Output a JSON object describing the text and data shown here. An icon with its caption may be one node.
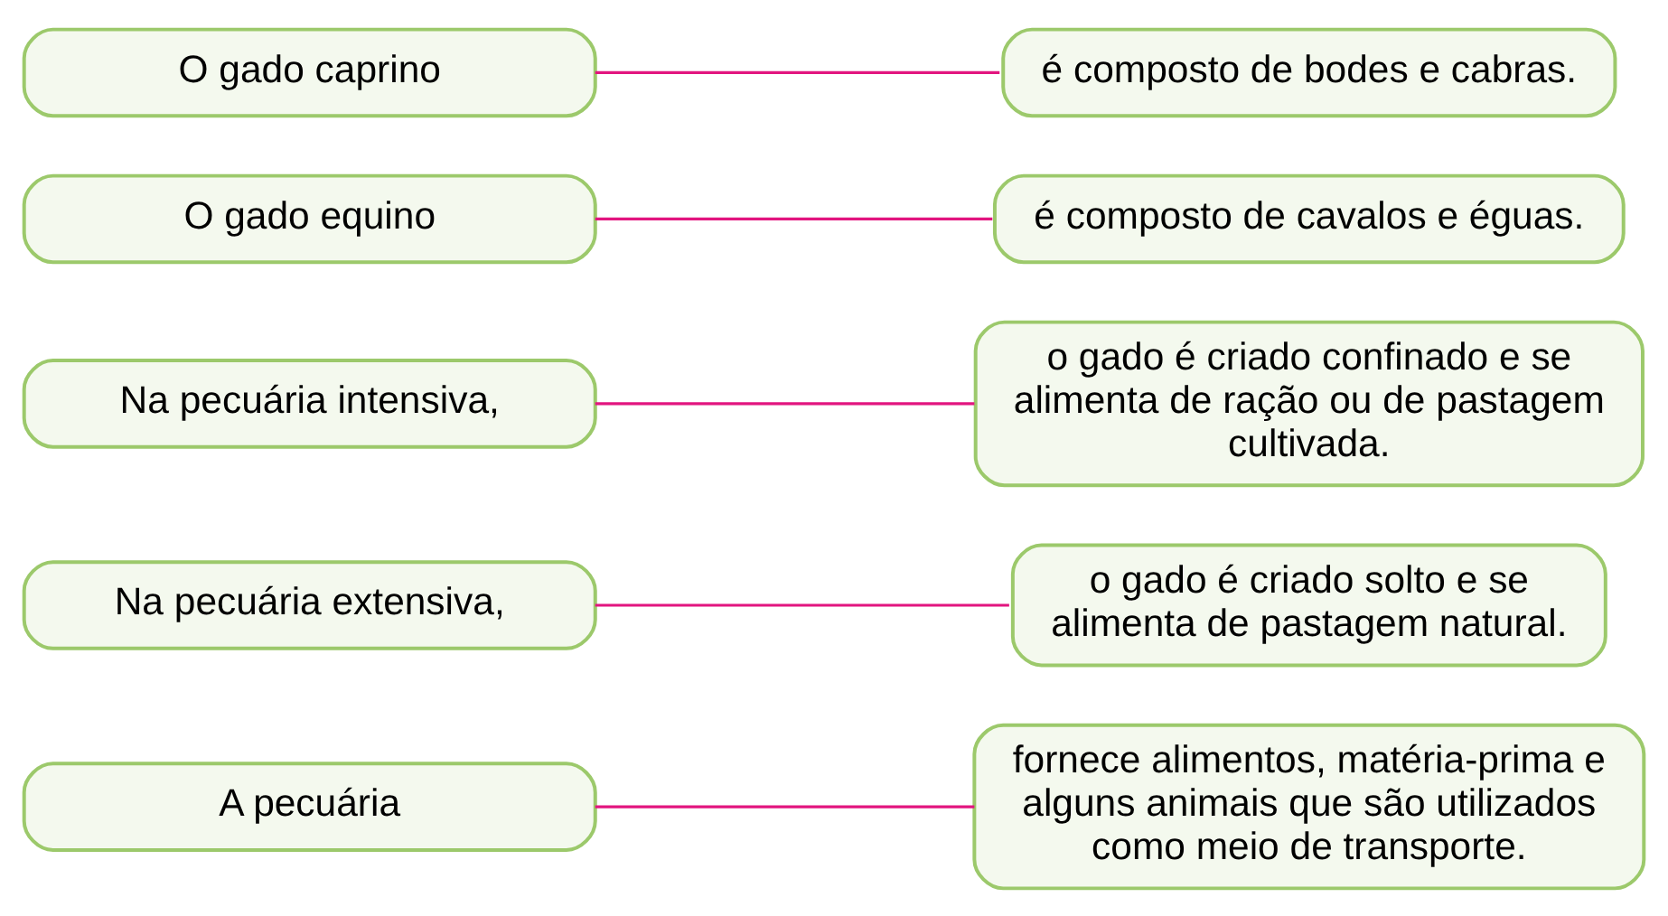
{
  "diagram": {
    "nodes": [
      {
        "text": [
          "A pecuária"
        ]
      },
      {
        "text": [
          "Na pecuária extensiva,"
        ]
      },
      {
        "text": [
          "Na pecuária intensiva,"
        ]
      },
      {
        "text": [
          "O gado equino"
        ]
      },
      {
        "text": [
          "O gado caprino"
        ]
      },
      {
        "text": [
          "é composto de bodes e cabras."
        ]
      },
      {
        "text": [
          "o gado é criado confinado e se alimenta de ração ou de pastagem cultivada."
        ]
      },
      {
        "text": [
          "fornece alimentos, matéria-prima e alguns animais que são utilizados como meio de transporte."
        ]
      },
      {
        "text": [
          "é composto de cavalos e éguas."
        ]
      },
      {
        "text": [
          "o gado é criado solto e se alimenta de pastagem natural."
        ]
      }
    ],
    "edges": [
      {
        "from": 0,
        "to": 7,
        "arrow": "none"
      },
      {
        "from": 1,
        "to": 9,
        "arrow": "none"
      },
      {
        "from": 2,
        "to": 6,
        "arrow": "none"
      },
      {
        "from": 3,
        "to": 8,
        "arrow": "none"
      },
      {
        "from": 4,
        "to": 5,
        "arrow": "none"
      }
    ]
  }
}
